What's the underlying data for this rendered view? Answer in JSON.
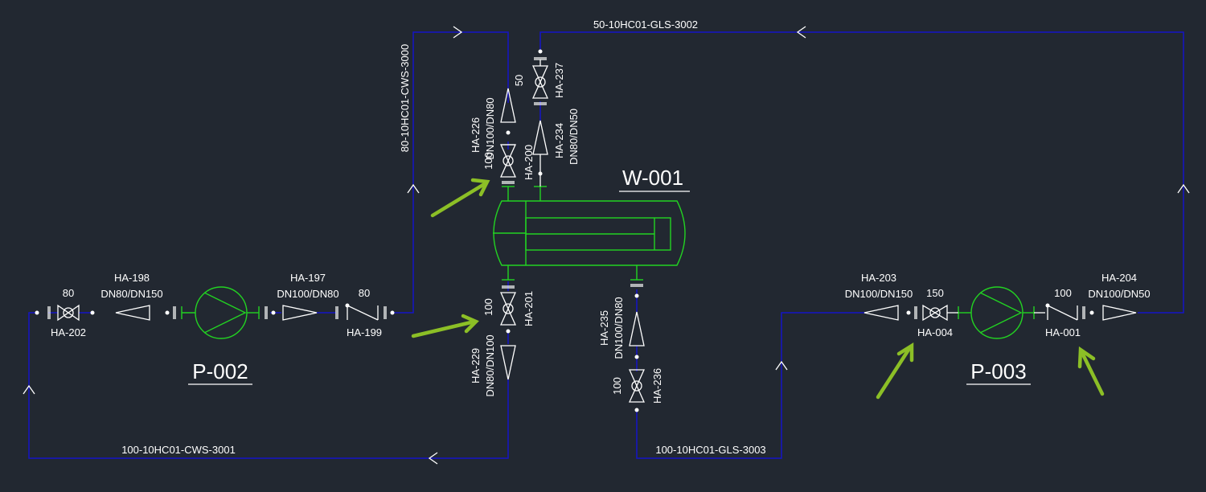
{
  "equipment": {
    "heat_exchanger": "W-001",
    "pump_left": "P-002",
    "pump_right": "P-003"
  },
  "lines": {
    "cws_supply": "80-10HC01-CWS-3000",
    "cws_return": "100-10HC01-CWS-3001",
    "gls_top": "50-10HC01-GLS-3002",
    "gls_bottom": "100-10HC01-GLS-3003"
  },
  "fittings": {
    "ha202": {
      "tag": "HA-202",
      "size": "80"
    },
    "ha198": {
      "tag": "HA-198",
      "spec": "DN80/DN150"
    },
    "ha197": {
      "tag": "HA-197",
      "spec": "DN100/DN80"
    },
    "ha199": {
      "tag": "HA-199",
      "size": "80"
    },
    "ha226": {
      "tag": "HA-226",
      "spec": "DN100/DN80"
    },
    "ha200": {
      "tag": "HA-200",
      "size": "100"
    },
    "ha237": {
      "tag": "HA-237",
      "size": "50"
    },
    "ha234": {
      "tag": "HA-234",
      "spec": "DN80/DN50"
    },
    "ha201": {
      "tag": "HA-201",
      "size": "100"
    },
    "ha229": {
      "tag": "HA-229",
      "spec": "DN80/DN100"
    },
    "ha235": {
      "tag": "HA-235",
      "spec": "DN100/DN80"
    },
    "ha236": {
      "tag": "HA-236",
      "size": "100"
    },
    "ha203": {
      "tag": "HA-203",
      "spec": "DN100/DN150"
    },
    "ha004": {
      "tag": "HA-004",
      "size": "150"
    },
    "ha001": {
      "tag": "HA-001",
      "size": "100"
    },
    "ha204": {
      "tag": "HA-204",
      "spec": "DN100/DN50"
    }
  },
  "colors": {
    "background": "#222831",
    "pipe": "#1414c8",
    "equipment": "#22d322",
    "highlight_arrow": "#8cbf26",
    "text": "#ffffff"
  }
}
